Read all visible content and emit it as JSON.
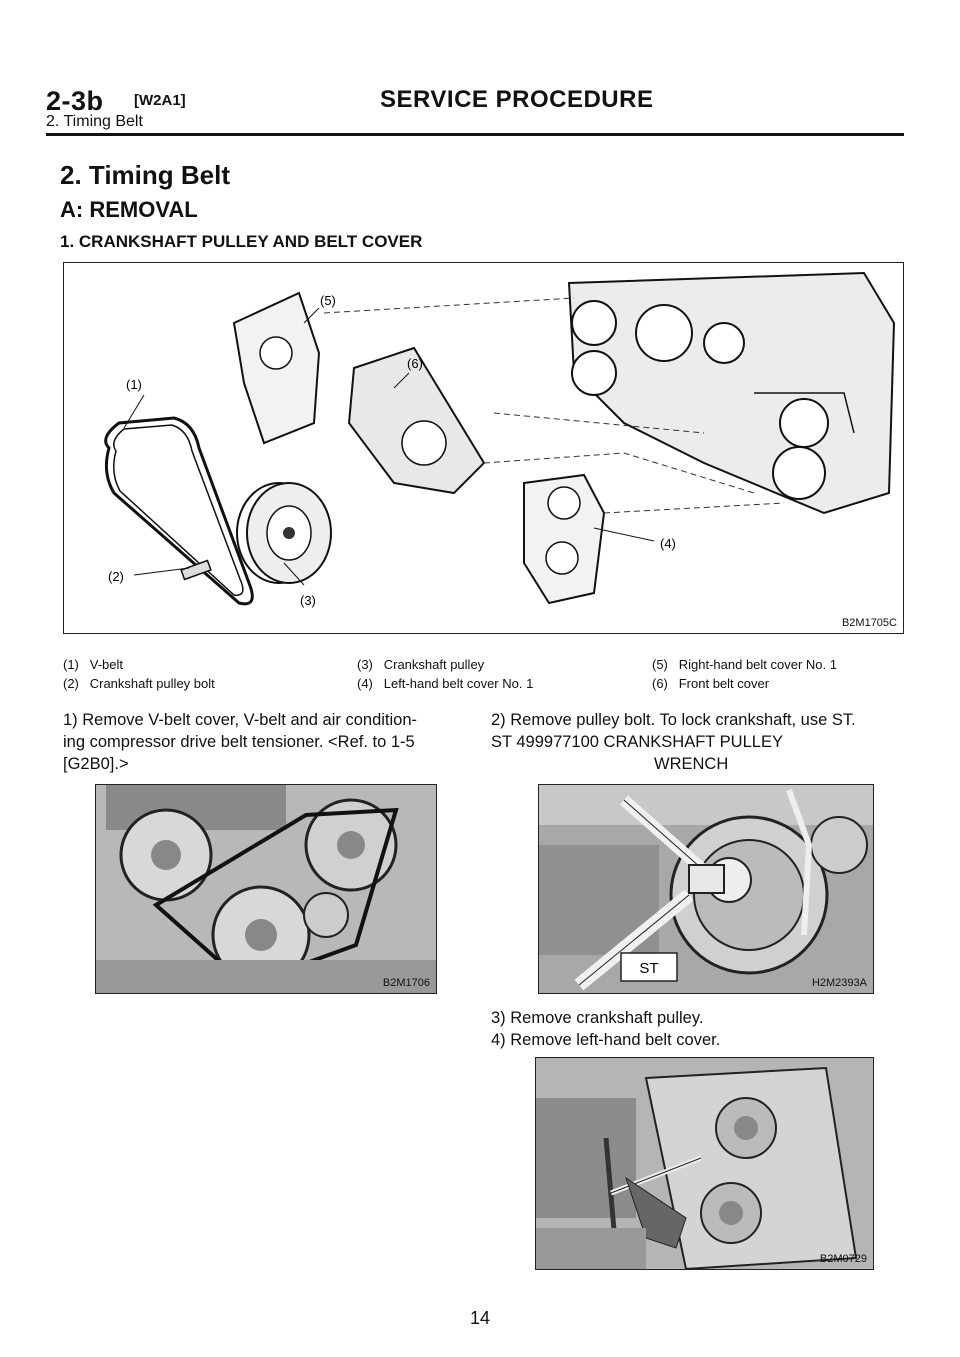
{
  "header": {
    "code": "2-3b",
    "tag": "[W2A1]",
    "title": "SERVICE PROCEDURE",
    "subtitle": "2. Timing Belt"
  },
  "section": {
    "title": "2. Timing Belt",
    "subtitle": "A: REMOVAL",
    "subsection": "1. CRANKSHAFT PULLEY AND BELT COVER"
  },
  "main_figure": {
    "id": "B2M1705C",
    "callouts": [
      "(1)",
      "(2)",
      "(3)",
      "(4)",
      "(5)",
      "(6)"
    ]
  },
  "legend": [
    {
      "num": "(1)",
      "text": "V-belt"
    },
    {
      "num": "(2)",
      "text": "Crankshaft pulley bolt"
    },
    {
      "num": "(3)",
      "text": "Crankshaft pulley"
    },
    {
      "num": "(4)",
      "text": "Left-hand belt cover No. 1"
    },
    {
      "num": "(5)",
      "text": "Right-hand belt cover No. 1"
    },
    {
      "num": "(6)",
      "text": "Front belt cover"
    }
  ],
  "steps": {
    "step1": [
      "1) Remove V-belt cover, V-belt and air condition-",
      "ing compressor drive belt tensioner. <Ref. to 1-5",
      "[G2B0].>"
    ],
    "step2": [
      "2) Remove pulley bolt. To lock crankshaft, use ST.",
      "ST   499977100   CRANKSHAFT PULLEY",
      "WRENCH"
    ],
    "step3": "3) Remove crankshaft pulley.",
    "step4": "4) Remove left-hand belt cover."
  },
  "figures": {
    "fig1_id": "B2M1706",
    "fig2_id": "H2M2393A",
    "fig2_label": "ST",
    "fig3_id": "B2M0729"
  },
  "page_number": "14"
}
